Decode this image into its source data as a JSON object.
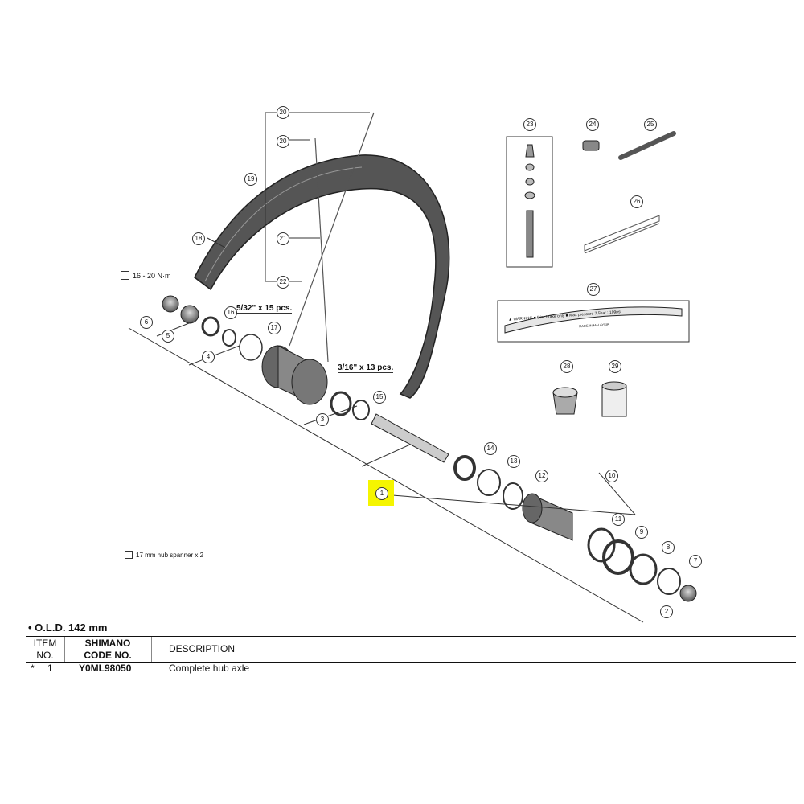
{
  "diagram": {
    "callouts": [
      "1",
      "2",
      "3",
      "4",
      "5",
      "6",
      "7",
      "8",
      "9",
      "10",
      "11",
      "12",
      "13",
      "14",
      "15",
      "16",
      "17",
      "18",
      "19",
      "20",
      "20",
      "21",
      "22",
      "23",
      "24",
      "25",
      "26",
      "27",
      "28",
      "29"
    ],
    "highlighted_callout": "1",
    "torque_note": "16 - 20 N·m",
    "spoke_note_1": "5/32\" x 15 pcs.",
    "spoke_note_2": "3/16\" x 13 pcs.",
    "tool_note": "17 mm hub spanner x 2",
    "rim_tape_text": "▲ WARNING  ■ Disc brake only  ■ Max pressure 7.5bar : 109psi",
    "rim_tape_small": "MADE IN MALAYSIA",
    "accent_color": "#f5f500",
    "line_color": "#333333"
  },
  "spec": {
    "old_label": "• O.L.D. 142 mm"
  },
  "table": {
    "headers": {
      "item": "ITEM\nNO.",
      "code": "SHIMANO\nCODE NO.",
      "description": "DESCRIPTION"
    },
    "header_item_1": "ITEM",
    "header_item_2": "NO.",
    "header_code_1": "SHIMANO",
    "header_code_2": "CODE NO.",
    "rows": [
      {
        "mark": "*",
        "item": "1",
        "code": "Y0ML98050",
        "description": "Complete hub axle"
      }
    ]
  }
}
